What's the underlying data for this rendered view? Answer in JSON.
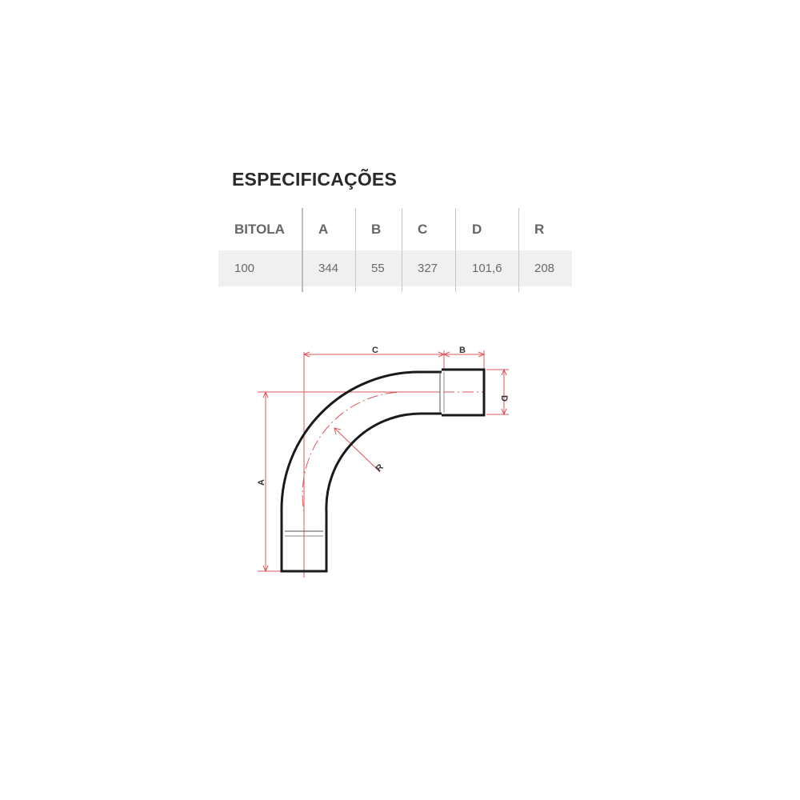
{
  "title": "ESPECIFICAÇÕES",
  "table": {
    "columns": [
      "BITOLA",
      "A",
      "B",
      "C",
      "D",
      "R"
    ],
    "rows": [
      [
        "100",
        "344",
        "55",
        "327",
        "101,6",
        "208"
      ]
    ]
  },
  "drawing": {
    "labels": {
      "a": "A",
      "b": "B",
      "c": "C",
      "d": "D",
      "r": "R"
    },
    "colors": {
      "outline": "#1a1a1a",
      "dimension": "#d9575b",
      "centerline": "#d9575b"
    }
  }
}
